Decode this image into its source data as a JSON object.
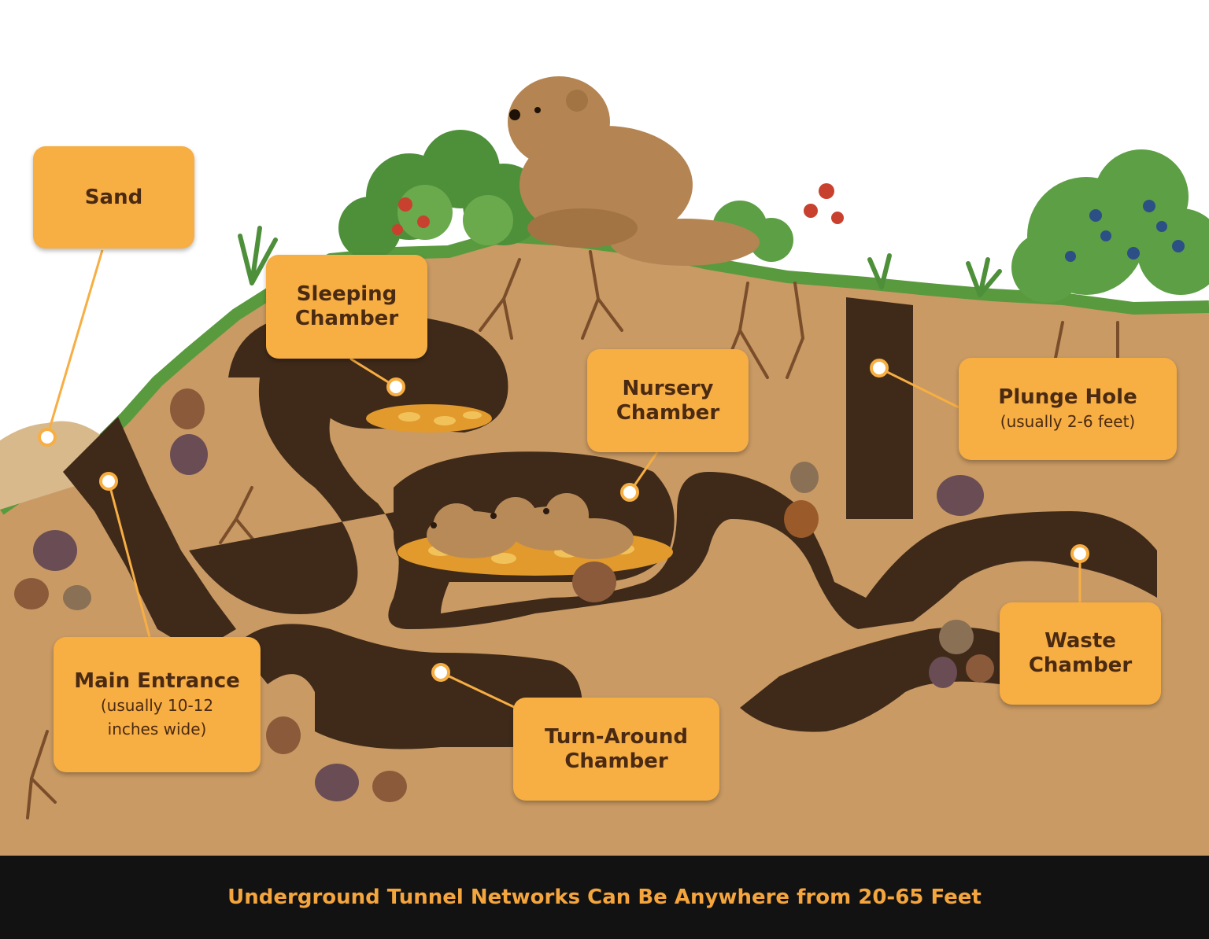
{
  "labels": {
    "sand": {
      "title": "Sand"
    },
    "sleeping": {
      "title": "Sleeping Chamber"
    },
    "nursery": {
      "title": "Nursery Chamber"
    },
    "plunge": {
      "title": "Plunge Hole",
      "subtitle": "(usually 2-6 feet)"
    },
    "entrance": {
      "title": "Main Entrance",
      "subtitle": "(usually 10-12 inches wide)"
    },
    "turnaround": {
      "title": "Turn-Around Chamber"
    },
    "waste": {
      "title": "Waste Chamber"
    }
  },
  "caption": "Underground Tunnel Networks Can Be Anywhere from 20-65 Feet",
  "colors": {
    "soil": "#c99a64",
    "tunnel": "#3f2a1a",
    "grass": "#5a9a3e",
    "label_bg": "#f7ae43",
    "label_text": "#4a2a12",
    "caption_text": "#f5a53d",
    "banner_bg": "#121212"
  }
}
